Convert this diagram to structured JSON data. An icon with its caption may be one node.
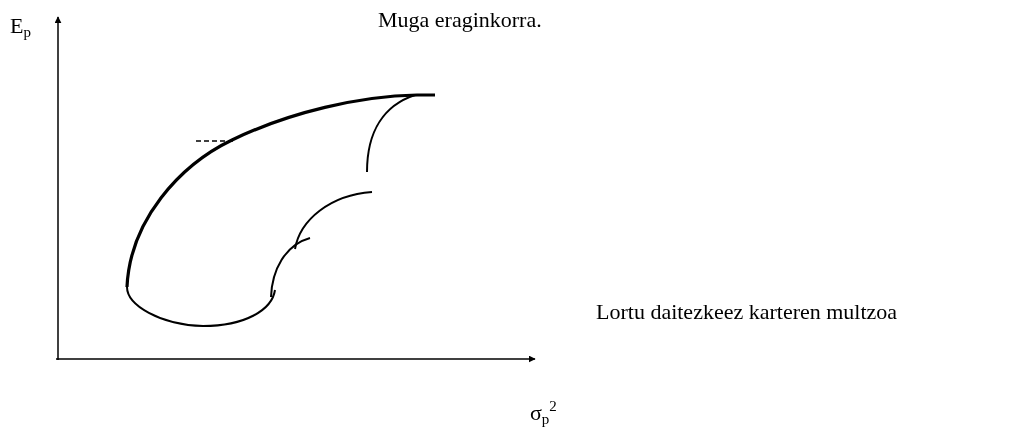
{
  "diagram": {
    "labels": [
      "E$_{p}$",
      "Muga eraginkorra.",
      "Lortu daitezkeez karteren multzoa",
      "σ$_{p}$$^{2}$"
    ]
  }
}
